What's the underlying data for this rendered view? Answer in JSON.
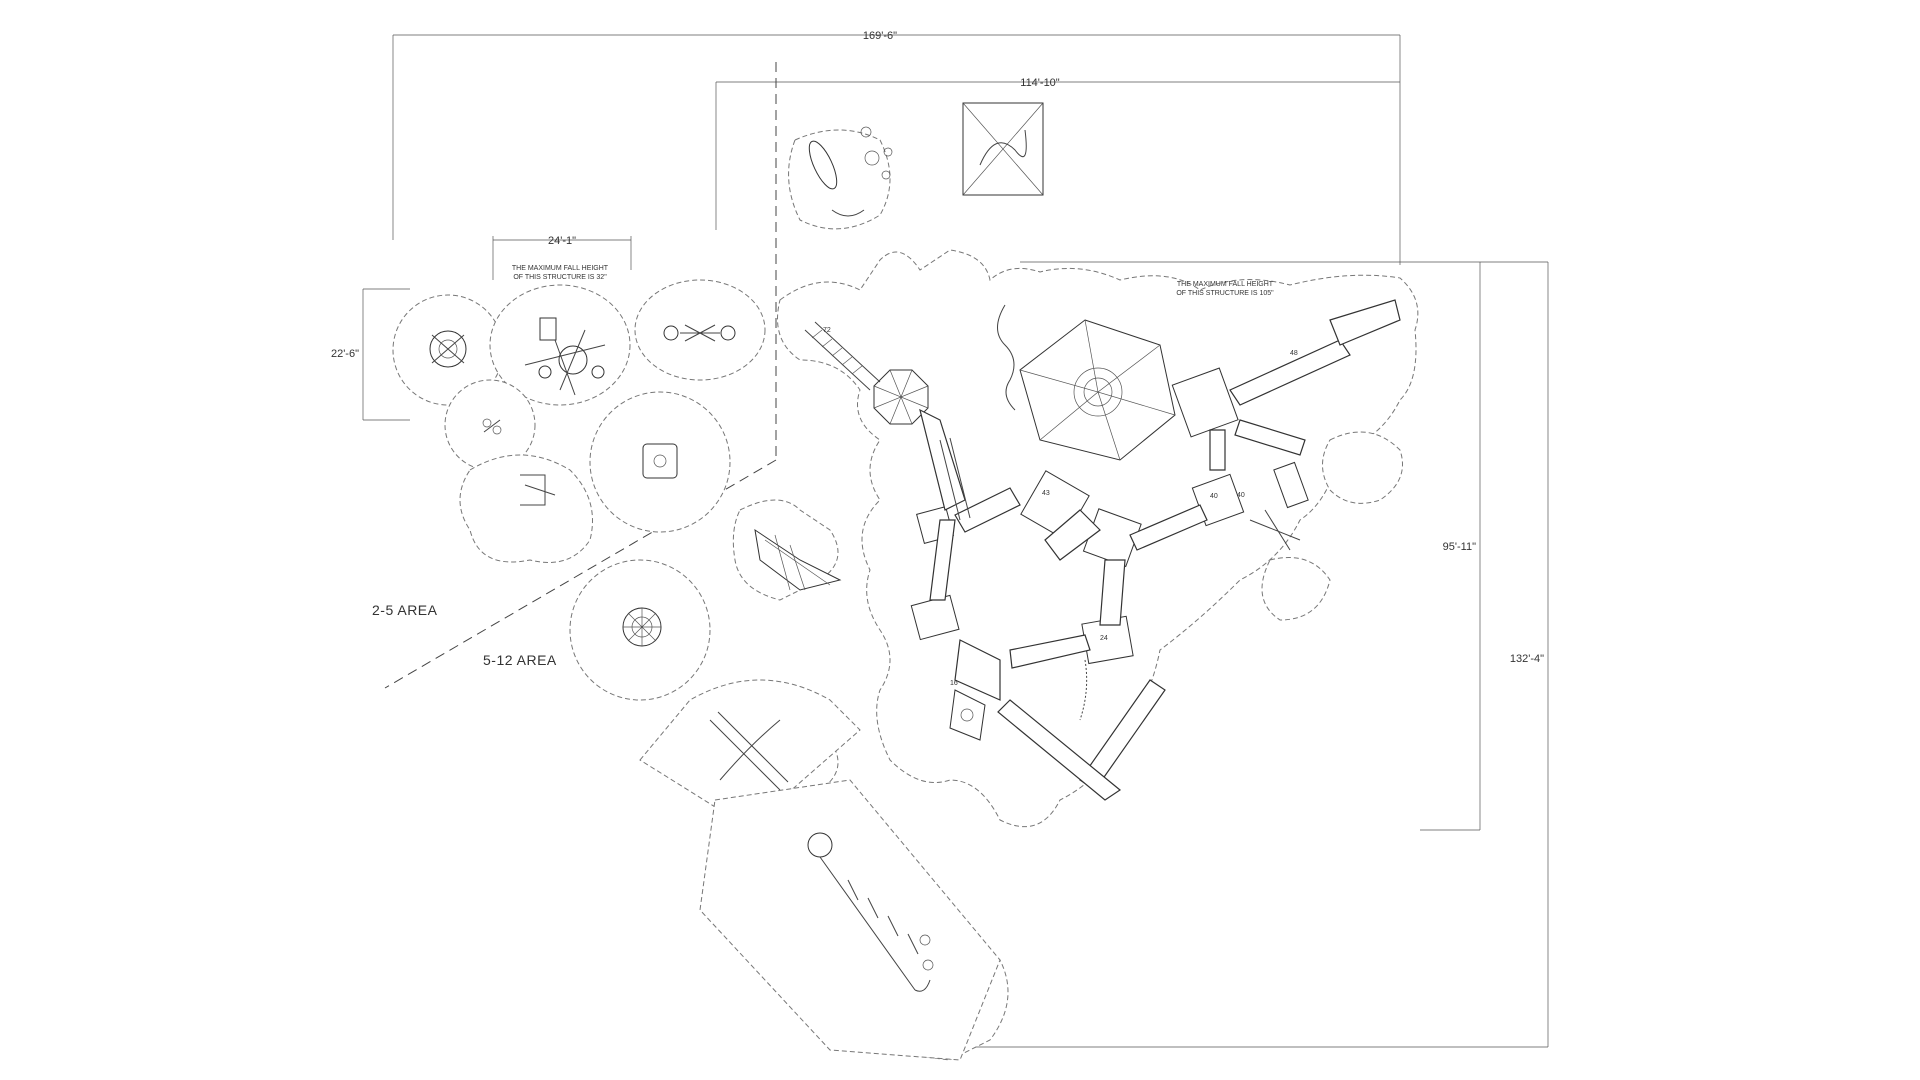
{
  "dimensions": {
    "overall_width": "169'-6\"",
    "upper_width": "114'-10\"",
    "right_height_inner": "95'-11\"",
    "right_height_outer": "132'-4\"",
    "tot_width": "24'-1\"",
    "tot_height": "22'-6\""
  },
  "areas": {
    "toddler": "2-5 AREA",
    "school_age": "5-12 AREA"
  },
  "notes": {
    "fall_height_small": [
      "THE MAXIMUM FALL HEIGHT",
      "OF THIS STRUCTURE IS 32\""
    ],
    "fall_height_large": [
      "THE MAXIMUM FALL HEIGHT",
      "OF THIS STRUCTURE IS 105\""
    ]
  },
  "deck_heights": [
    "72",
    "48",
    "40",
    "24",
    "16",
    "43",
    "40"
  ],
  "colors": {
    "lines": "#333333",
    "zones": "#777777",
    "background": "#ffffff"
  }
}
